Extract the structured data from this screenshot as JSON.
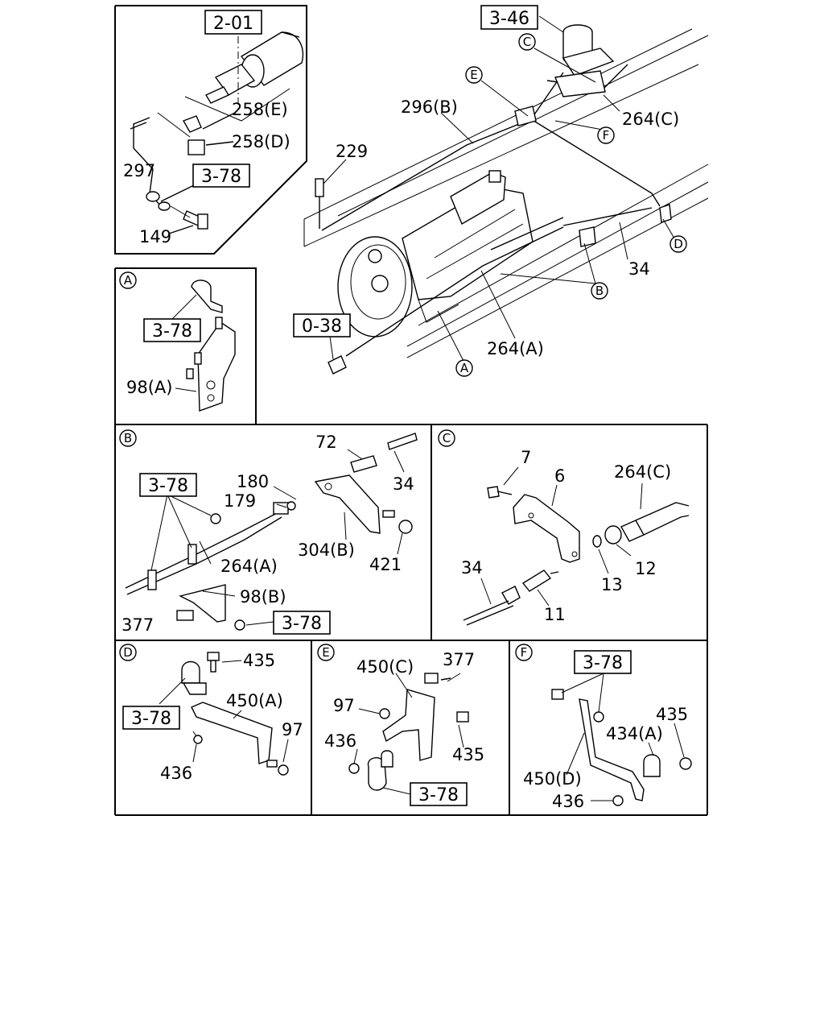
{
  "main": {
    "refs": [
      "2-01",
      "3-46",
      "0-38",
      "3-78"
    ],
    "labels": {
      "l258E": "258(E)",
      "l258D": "258(D)",
      "l297": "297",
      "l149": "149",
      "l296B": "296(B)",
      "l229": "229",
      "l264C": "264(C)",
      "l34": "34",
      "l264A": "264(A)"
    },
    "callouts": [
      "A",
      "B",
      "C",
      "D",
      "E",
      "F"
    ]
  },
  "detail_A": {
    "key": "A",
    "ref": "3-78",
    "labels": [
      "98(A)"
    ]
  },
  "detail_B": {
    "key": "B",
    "ref": "3-78",
    "labels": {
      "l72": "72",
      "l34": "34",
      "l180": "180",
      "l179": "179",
      "l304B": "304(B)",
      "l421": "421",
      "l264A": "264(A)",
      "l98B": "98(B)",
      "l377": "377"
    }
  },
  "detail_C": {
    "key": "C",
    "labels": {
      "l7": "7",
      "l6": "6",
      "l264C": "264(C)",
      "l34": "34",
      "l13": "13",
      "l12": "12",
      "l11": "11"
    }
  },
  "detail_D": {
    "key": "D",
    "ref": "3-78",
    "labels": {
      "l435": "435",
      "l450A": "450(A)",
      "l97": "97",
      "l436": "436"
    }
  },
  "detail_E": {
    "key": "E",
    "ref": "3-78",
    "labels": {
      "l450C": "450(C)",
      "l377": "377",
      "l97": "97",
      "l436": "436",
      "l435": "435"
    }
  },
  "detail_F": {
    "key": "F",
    "ref": "3-78",
    "labels": {
      "l435": "435",
      "l434A": "434(A)",
      "l450D": "450(D)",
      "l436": "436"
    }
  }
}
